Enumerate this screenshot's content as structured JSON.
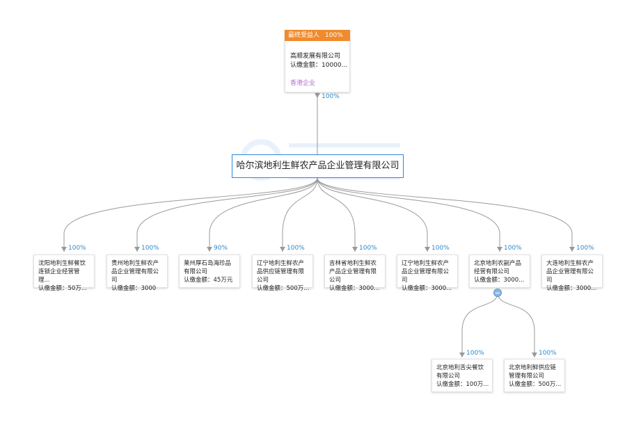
{
  "top": {
    "tag_label": "最终受益人",
    "tag_percent": "100%",
    "name": "高顺发展有限公司",
    "amount": "认缴金额：10000...",
    "badge": "香港企业",
    "edge_percent": "100%"
  },
  "center": {
    "name": "哈尔滨地利生鲜农产品企业管理有限公司"
  },
  "children": [
    {
      "name": "沈阳地利生鲜餐饮连锁企业经营管理...",
      "amount": "认缴金额：50万...",
      "percent": "100%"
    },
    {
      "name": "贵州地利生鲜农产品企业管理有限公司",
      "amount": "认缴金额：3000",
      "percent": "100%"
    },
    {
      "name": "莱州厚石岛海珍品有限公司",
      "amount": "认缴金额：45万元",
      "percent": "90%"
    },
    {
      "name": "辽宁地利生鲜农产品供应链管理有限公司",
      "amount": "认缴金额：500万...",
      "percent": "100%"
    },
    {
      "name": "吉林省地利生鲜农产品企业管理有限公司",
      "amount": "认缴金额：3000...",
      "percent": "100%"
    },
    {
      "name": "辽宁地利生鲜农产品企业管理有限公司",
      "amount": "认缴金额：3000...",
      "percent": "100%"
    },
    {
      "name": "北京地利农副产品经营有限公司",
      "amount": "认缴金额：3000...",
      "percent": "100%"
    },
    {
      "name": "大连地利生鲜农产品企业管理有限公司",
      "amount": "认缴金额：3000...",
      "percent": "100%"
    }
  ],
  "grandchildren": [
    {
      "name": "北京地利舌尖餐饮有限公司",
      "amount": "认缴金额：100万...",
      "percent": "100%"
    },
    {
      "name": "北京地利鲜供应链管理有限公司",
      "amount": "认缴金额：500万...",
      "percent": "100%"
    }
  ],
  "colors": {
    "edge": "#999999",
    "percent": "#2a8acb",
    "tag": "#f08a2c",
    "center_border": "#2e86d6",
    "badge": "#b36ad6"
  }
}
